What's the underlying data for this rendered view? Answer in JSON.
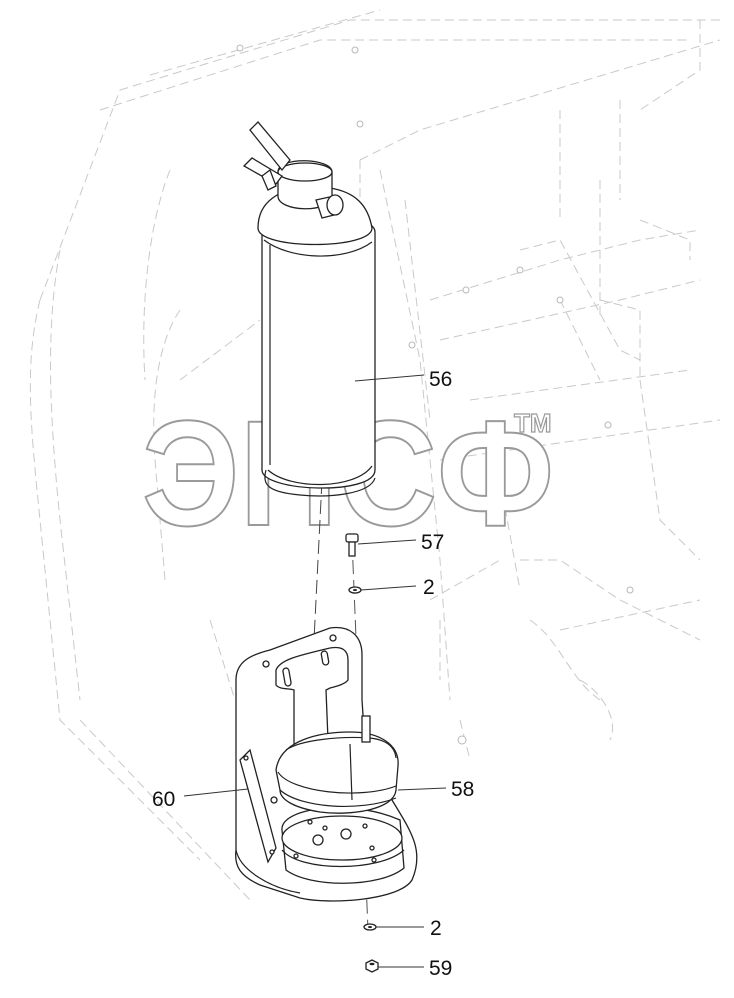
{
  "watermark": {
    "text": "ЭПСФ",
    "trademark": "TM"
  },
  "callouts": [
    {
      "id": "56",
      "label": "56",
      "part": "fire-extinguisher"
    },
    {
      "id": "57",
      "label": "57",
      "part": "bolt"
    },
    {
      "id": "2a",
      "label": "2",
      "part": "washer-upper"
    },
    {
      "id": "58",
      "label": "58",
      "part": "clamp-strap"
    },
    {
      "id": "60",
      "label": "60",
      "part": "mounting-bracket"
    },
    {
      "id": "2b",
      "label": "2",
      "part": "washer-lower"
    },
    {
      "id": "59",
      "label": "59",
      "part": "nut"
    }
  ],
  "colors": {
    "background": "#ffffff",
    "hidden_lines": "#c9c9c9",
    "part_lines": "#222222",
    "watermark_fill": "#ffffff",
    "watermark_stroke": "#9a9a9a"
  }
}
